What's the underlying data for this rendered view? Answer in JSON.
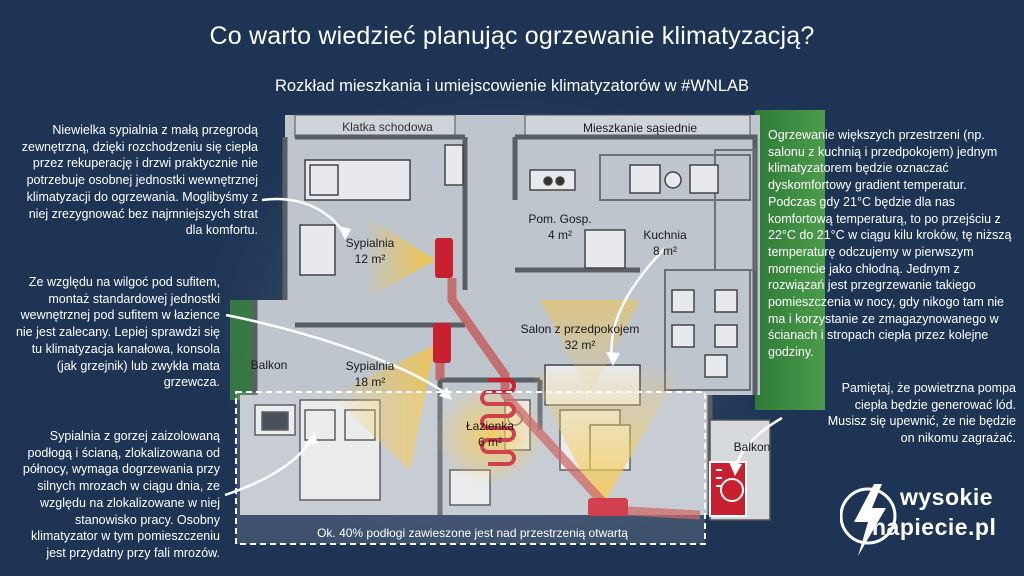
{
  "header": {
    "title": "Co warto wiedzieć planując ogrzewanie klimatyzacją?",
    "subtitle": "Rozkład mieszkania i umiejscowienie klimatyzatorów w #WNLAB"
  },
  "rooms": {
    "stairwell": "Klatka schodowa",
    "neighbor": "Mieszkanie sąsiednie",
    "bedroom_small_name": "Sypialnia",
    "bedroom_small_area": "12 m²",
    "utility_name": "Pom. Gosp.",
    "utility_area": "4 m²",
    "kitchen_name": "Kuchnia",
    "kitchen_area": "8 m²",
    "living_name": "Salon z przedpokojem",
    "living_area": "32 m²",
    "bedroom_big_name": "Sypialnia",
    "bedroom_big_area": "18 m²",
    "bathroom_name": "Łazienka",
    "bathroom_area": "6 m²",
    "balcony_left": "Balkon",
    "balcony_right": "Balkon"
  },
  "notes": {
    "top_left": "Niewielka sypialnia z małą przegrodą zewnętrzną, dzięki rozchodzeniu się ciepła przez rekuperację i drzwi praktycznie nie potrzebuje osobnej jednostki wewnętrznej klimatyzacji do ogrzewania. Moglibyśmy z niej zrezygnować bez najmniejszych strat dla komfortu.",
    "mid_left": "Ze względu na wilgoć pod sufitem, montaż standardowej jednostki wewnętrznej pod sufitem w łazience nie jest zalecany. Lepiej sprawdzi się tu klimatyzacja kanałowa, konsola (jak grzejnik) lub zwykła mata grzewcza.",
    "bottom_left": "Sypialnia z gorzej zaizolowaną podłogą i ścianą, zlokalizowana od północy, wymaga dogrzewania przy silnych mrozach w ciągu dnia, ze względu na zlokalizowane w niej stanowisko pracy. Osobny klimatyzator w tym pomieszczeniu jest przydatny przy fali mrozów.",
    "top_right": "Ogrzewanie większych przestrzeni (np. salonu z kuchnią i przedpokojem) jednym klimatyzatorem będzie oznaczać dyskomfortowy gradient temperatur. Podczas gdy 21°C będzie dla nas komfortową temperaturą, to po przejściu z 22°C do 21°C w ciągu kilu kroków, tę niższą temperaturę odczujemy w pierwszym momencie jako chłodną. Jednym z rozwiązań jest przegrzewanie takiego pomieszczenia w nocy, gdy nikogo tam nie ma i korzystanie ze zmagazynowanego w ścianach i stropach ciepła przez kolejne godziny.",
    "bottom_right": "Pamiętaj, że powietrzna pompa ciepła będzie generować lód. Musisz się upewnić, że nie będzie on nikomu zagrażać.",
    "floor": "Ok. 40% podłogi zawieszone jest nad przestrzenią otwartą"
  },
  "logo": {
    "line1": "wysokie",
    "line2": "napiecie.pl",
    "icon": "lightning-bolt-icon"
  },
  "colors": {
    "background": "#1d3455",
    "heat_cone": "#f2c94c",
    "heater": "#c8202e",
    "pipe": "#c45050",
    "grass": "#3f8a3f"
  }
}
